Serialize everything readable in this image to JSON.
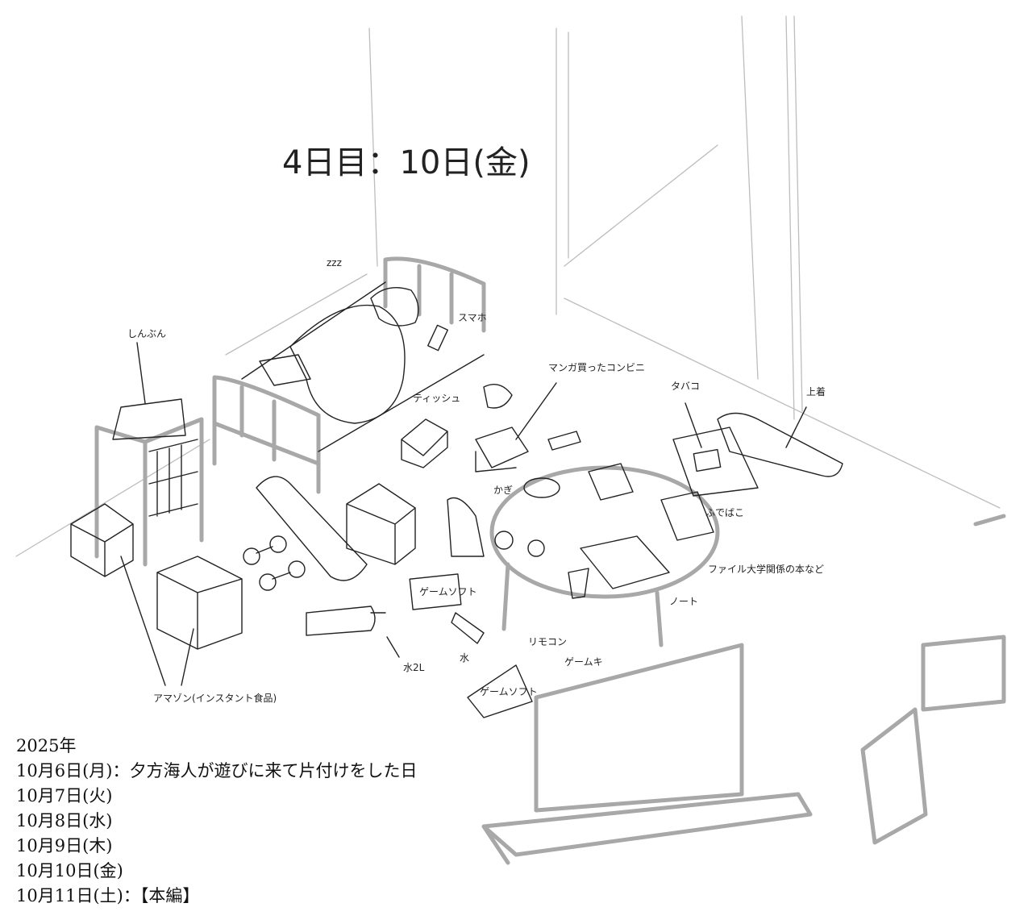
{
  "title": "4日目：10日(金)",
  "labels": {
    "zzz": "zzz",
    "smartphone": "スマホ",
    "newspaper": "しんぶん",
    "tissue": "ティッシュ",
    "manga_store": "マンガ買ったコンビニ",
    "tobacco": "タバコ",
    "jacket": "上着",
    "water_bottle": "水",
    "key": "かぎ",
    "ashtray": "ふでばこ",
    "files": "ファイル大学関係の本など",
    "notebook": "ノート",
    "game_soft": "ゲームソフト",
    "remote": "リモコン",
    "game_controller": "ゲームキ",
    "water": "水",
    "water_2l": "水2L",
    "game_soft_2": "ゲームソフト",
    "amazon": "アマゾン(インスタント食品)"
  },
  "timeline": {
    "year": "2025年",
    "entries": [
      "10月6日(月)：夕方海人が遊びに来て片付けをした日",
      "10月7日(火)",
      "10月8日(水)",
      "10月9日(木)",
      "10月10日(金)",
      "10月11日(土)：【本編】"
    ]
  }
}
